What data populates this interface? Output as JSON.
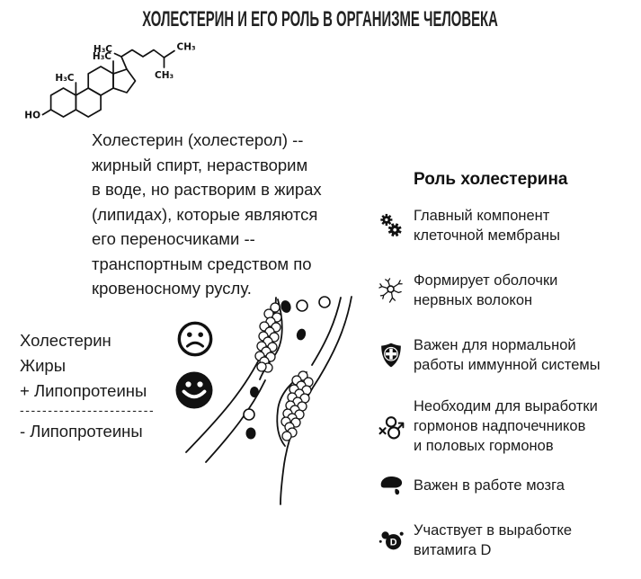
{
  "title": "ХОЛЕСТЕРИН И ЕГО РОЛЬ В ОРГАНИЗМЕ ЧЕЛОВЕКА",
  "molecule": {
    "name": "cholesterol-skeletal-formula",
    "ho": "HO",
    "h3c": "H₃C",
    "ch3": "CH₃"
  },
  "description": "Холестерин (холестерол) --\nжирный спирт, нерастворим\nв воде, но растворим в жирах\n(липидах), которые являются\nего переносчиками --\nтранспортным средством по\nкровеносному руслу.",
  "formula": {
    "line1": "Холестерин",
    "line2": "Жиры",
    "line3": "+ Липопротеины",
    "divider": "------------------------",
    "result": "- Липопротеины"
  },
  "illustration": {
    "smileys": [
      "sad-face-icon",
      "happy-face-icon"
    ],
    "artery": "artery-with-cholesterol-plaques"
  },
  "roles": {
    "heading": "Роль холестерина",
    "vitamin_letter": "D",
    "items": [
      {
        "icon": "gears-icon",
        "text": "Главный компонент\nклеточной мембраны"
      },
      {
        "icon": "neuron-icon",
        "text": "Формирует оболочки\nнервных волокон"
      },
      {
        "icon": "shield-cross-icon",
        "text": "Важен для нормальной\nработы иммунной системы"
      },
      {
        "icon": "gender-symbols-icon",
        "text": "Необходим для выработки\nгормонов надпочечников\nи половых гормонов"
      },
      {
        "icon": "brain-icon",
        "text": "Важен в работе мозга"
      },
      {
        "icon": "vitamin-d-icon",
        "text": "Участвует в выработке\nвитамига D"
      }
    ]
  },
  "colors": {
    "ink": "#111111",
    "background": "#ffffff"
  }
}
